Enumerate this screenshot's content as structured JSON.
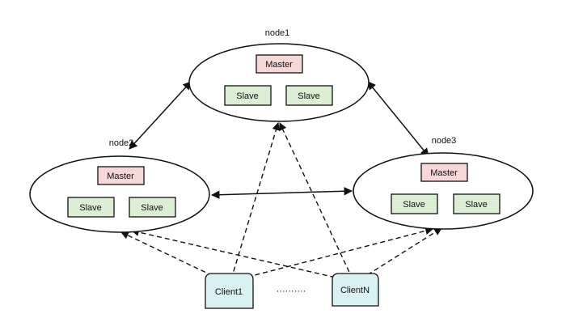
{
  "nodes": {
    "node1": {
      "title": "node1",
      "master": "Master",
      "slaves": [
        "Slave",
        "Slave"
      ]
    },
    "node2": {
      "title": "node2",
      "master": "Master",
      "slaves": [
        "Slave",
        "Slave"
      ]
    },
    "node3": {
      "title": "node3",
      "master": "Master",
      "slaves": [
        "Slave",
        "Slave"
      ]
    }
  },
  "clients": {
    "first": "Client1",
    "last": "ClientN",
    "ellipsis": "··········"
  },
  "colors": {
    "master_fill": "#f7d7d7",
    "slave_fill": "#dcefd4",
    "client_fill": "#d9f1f2",
    "stroke": "#111111"
  }
}
